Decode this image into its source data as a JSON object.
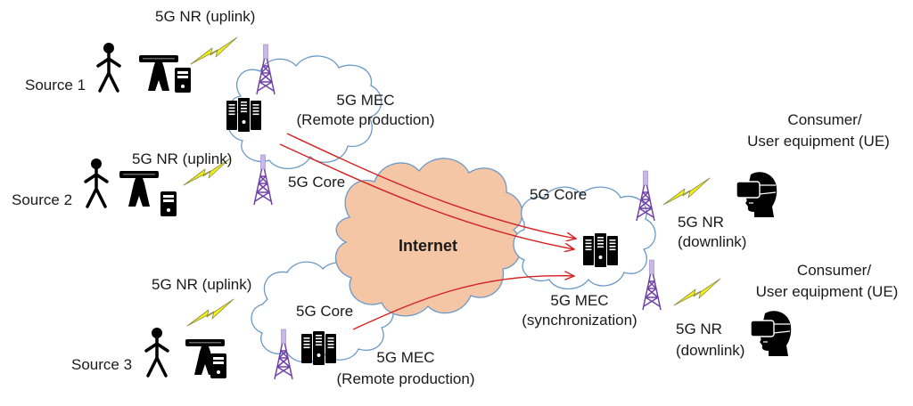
{
  "diagram": {
    "title": "5G remote production and synchronization architecture",
    "colors": {
      "internet_fill": "#f5c6a6",
      "cloud_stroke": "#6a99c8",
      "arrow": "#d42020",
      "tower": "#7040a8",
      "lightning_fill": "#f4f01a",
      "icon": "#000000"
    },
    "sources": [
      {
        "label": "Source 1",
        "link_label": "5G NR (uplink)"
      },
      {
        "label": "Source 2",
        "link_label": "5G NR (uplink)"
      },
      {
        "label": "Source 3",
        "link_label": "5G NR (uplink)"
      }
    ],
    "edge_nodes": [
      {
        "mec_label_line1": "5G MEC",
        "mec_label_line2": "(Remote production)",
        "core_label": "5G Core"
      },
      {
        "mec_label_line1": "5G MEC",
        "mec_label_line2": "(Remote production)",
        "core_label": "5G Core"
      }
    ],
    "internet": {
      "label": "Internet"
    },
    "sync_node": {
      "core_label": "5G Core",
      "mec_label_line1": "5G MEC",
      "mec_label_line2": "(synchronization)"
    },
    "consumers": [
      {
        "label_line1": "Consumer/",
        "label_line2": "User equipment (UE)",
        "link_line1": "5G NR",
        "link_line2": "(downlink)"
      },
      {
        "label_line1": "Consumer/",
        "label_line2": "User equipment (UE)",
        "link_line1": "5G NR",
        "link_line2": "(downlink)"
      }
    ],
    "icons": {
      "person": "person-icon",
      "camera": "camera-rig-icon",
      "pc": "computer-tower-icon",
      "server": "server-rack-icon",
      "tower": "cell-tower-icon",
      "lightning": "wireless-link-icon",
      "vr": "vr-headset-user-icon"
    }
  }
}
